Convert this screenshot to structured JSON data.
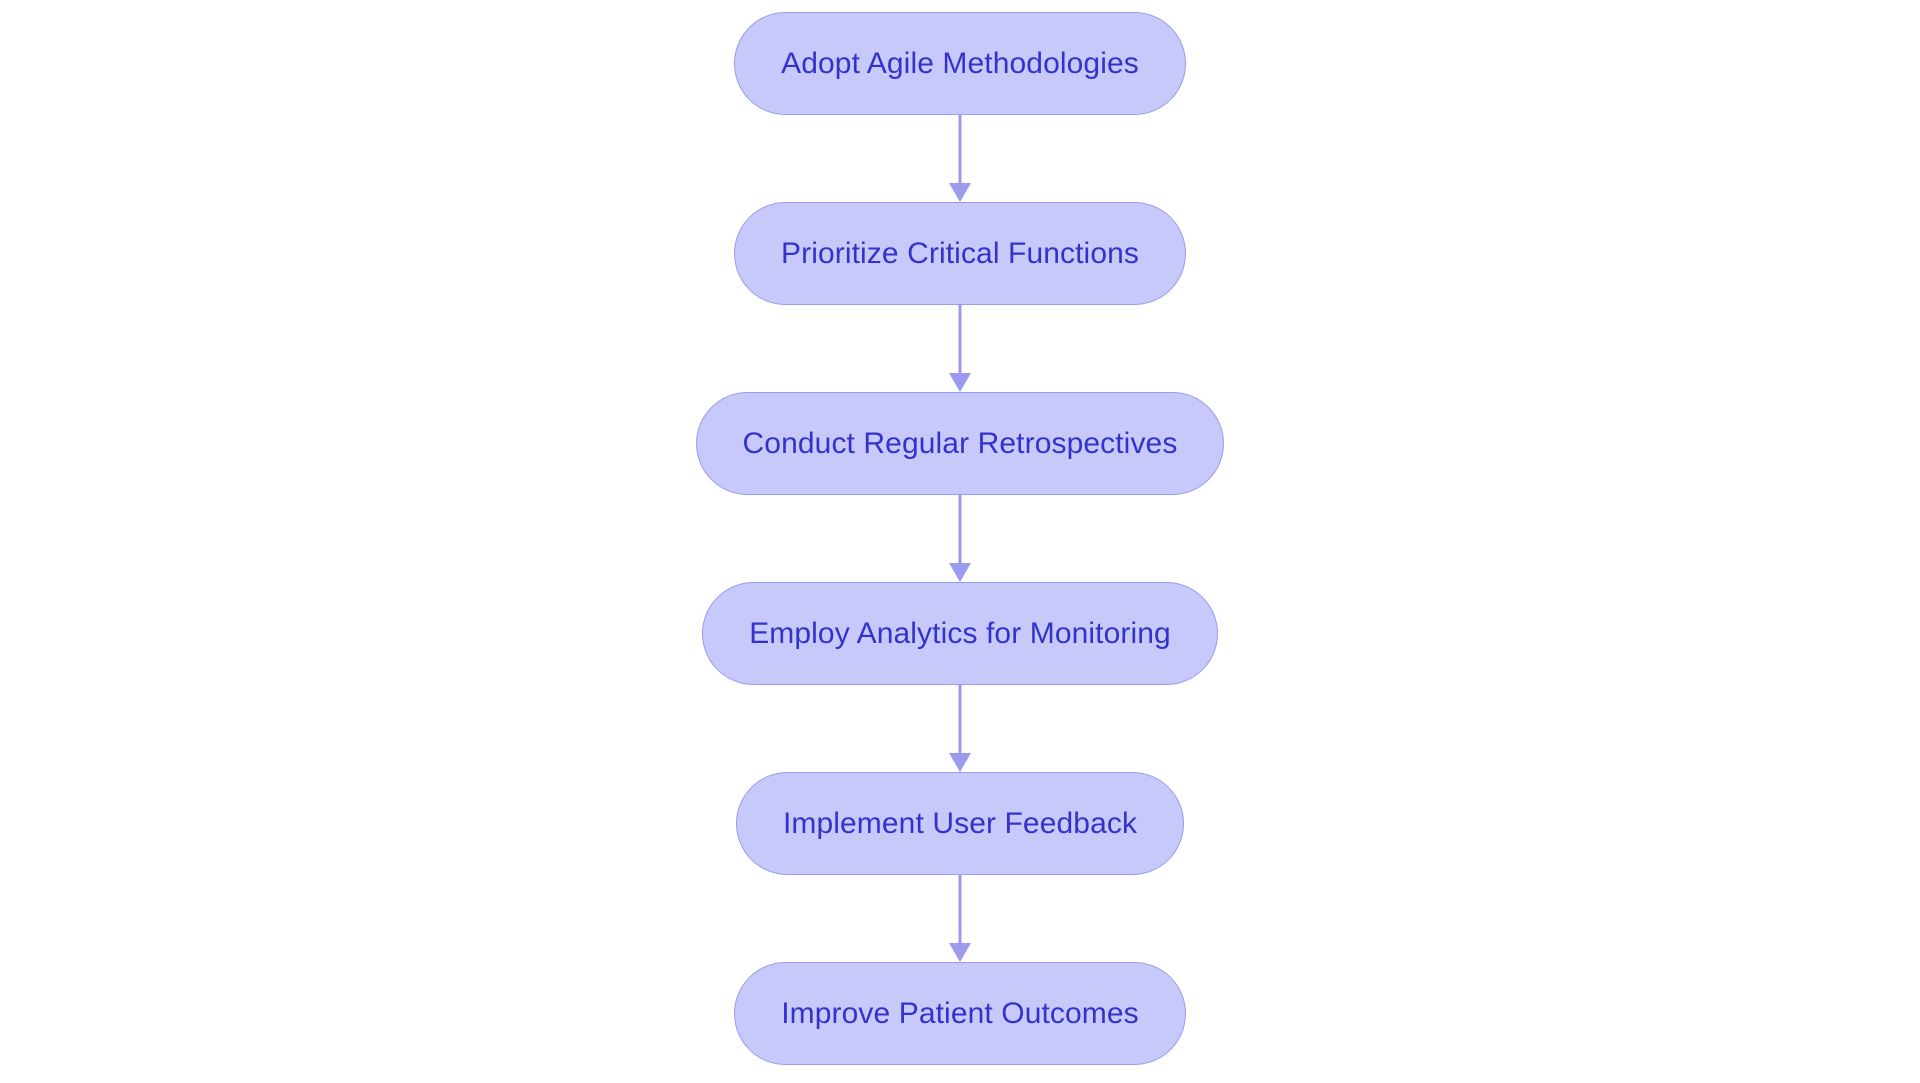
{
  "diagram": {
    "type": "flowchart",
    "orientation": "vertical-top-to-bottom",
    "title": "",
    "background_color": "#ffffff",
    "node_fill_color": "#c8c9fb",
    "node_border_color": "#9a9bef",
    "node_text_color": "#3333cc",
    "connector_color": "#9a9bef",
    "node_shape": "pill",
    "nodes": [
      {
        "id": "n1",
        "label": "Adopt Agile Methodologies"
      },
      {
        "id": "n2",
        "label": "Prioritize Critical Functions"
      },
      {
        "id": "n3",
        "label": "Conduct Regular Retrospectives"
      },
      {
        "id": "n4",
        "label": "Employ Analytics for Monitoring"
      },
      {
        "id": "n5",
        "label": "Implement User Feedback"
      },
      {
        "id": "n6",
        "label": "Improve Patient Outcomes"
      }
    ],
    "edges": [
      {
        "from": "n1",
        "to": "n2",
        "label": "",
        "arrow": "down-arrow-icon"
      },
      {
        "from": "n2",
        "to": "n3",
        "label": "",
        "arrow": "down-arrow-icon"
      },
      {
        "from": "n3",
        "to": "n4",
        "label": "",
        "arrow": "down-arrow-icon"
      },
      {
        "from": "n4",
        "to": "n5",
        "label": "",
        "arrow": "down-arrow-icon"
      },
      {
        "from": "n5",
        "to": "n6",
        "label": "",
        "arrow": "down-arrow-icon"
      }
    ]
  }
}
